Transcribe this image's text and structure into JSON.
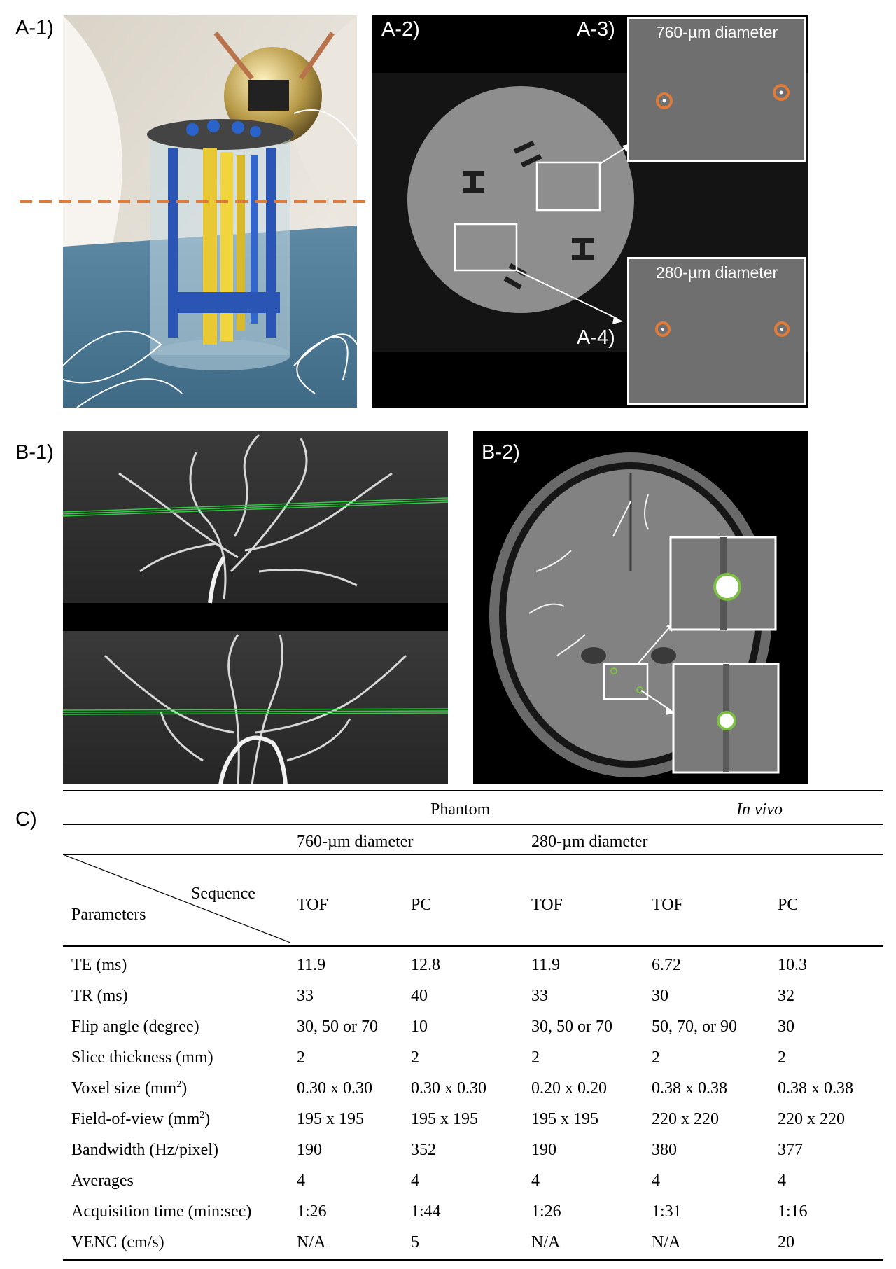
{
  "panels": {
    "a1": "A-1)",
    "a2": "A-2)",
    "a3": "A-3)",
    "a4": "A-4)",
    "b1": "B-1)",
    "b2": "B-2)",
    "c": "C)"
  },
  "insets": {
    "a3_title": "760-µm diameter",
    "a4_title": "280-µm diameter"
  },
  "colors": {
    "marker_orange": "#e07b39",
    "marker_green": "#7bc043",
    "mri_line_green": "#2ecc40"
  },
  "table": {
    "group_phantom": "Phantom",
    "group_invivo": "In vivo",
    "sub_760": "760-µm diameter",
    "sub_280": "280-µm diameter",
    "corner_sequence": "Sequence",
    "corner_parameters": "Parameters",
    "columns": [
      "TOF",
      "PC",
      "TOF",
      "TOF",
      "PC"
    ],
    "rows": [
      {
        "label": "TE (ms)",
        "label_sup": "",
        "label_tail": "",
        "values": [
          "11.9",
          "12.8",
          "11.9",
          "6.72",
          "10.3"
        ]
      },
      {
        "label": "TR (ms)",
        "label_sup": "",
        "label_tail": "",
        "values": [
          "33",
          "40",
          "33",
          "30",
          "32"
        ]
      },
      {
        "label": "Flip angle (degree)",
        "label_sup": "",
        "label_tail": "",
        "values": [
          "30, 50 or 70",
          "10",
          "30, 50 or 70",
          "50, 70, or 90",
          "30"
        ]
      },
      {
        "label": "Slice thickness (mm)",
        "label_sup": "",
        "label_tail": "",
        "values": [
          "2",
          "2",
          "2",
          "2",
          "2"
        ]
      },
      {
        "label": "Voxel size (mm",
        "label_sup": "2",
        "label_tail": ")",
        "values": [
          "0.30 x 0.30",
          "0.30 x 0.30",
          "0.20 x 0.20",
          "0.38 x 0.38",
          "0.38 x 0.38"
        ]
      },
      {
        "label": "Field-of-view (mm",
        "label_sup": "2",
        "label_tail": ")",
        "values": [
          "195 x 195",
          "195 x 195",
          "195 x 195",
          "220 x 220",
          "220 x 220"
        ]
      },
      {
        "label": "Bandwidth (Hz/pixel)",
        "label_sup": "",
        "label_tail": "",
        "values": [
          "190",
          "352",
          "190",
          "380",
          "377"
        ]
      },
      {
        "label": "Averages",
        "label_sup": "",
        "label_tail": "",
        "values": [
          "4",
          "4",
          "4",
          "4",
          "4"
        ]
      },
      {
        "label": "Acquisition time (min:sec)",
        "label_sup": "",
        "label_tail": "",
        "values": [
          "1:26",
          "1:44",
          "1:26",
          "1:31",
          "1:16"
        ]
      },
      {
        "label": "VENC (cm/s)",
        "label_sup": "",
        "label_tail": "",
        "values": [
          "N/A",
          "5",
          "N/A",
          "N/A",
          "20"
        ]
      }
    ]
  }
}
